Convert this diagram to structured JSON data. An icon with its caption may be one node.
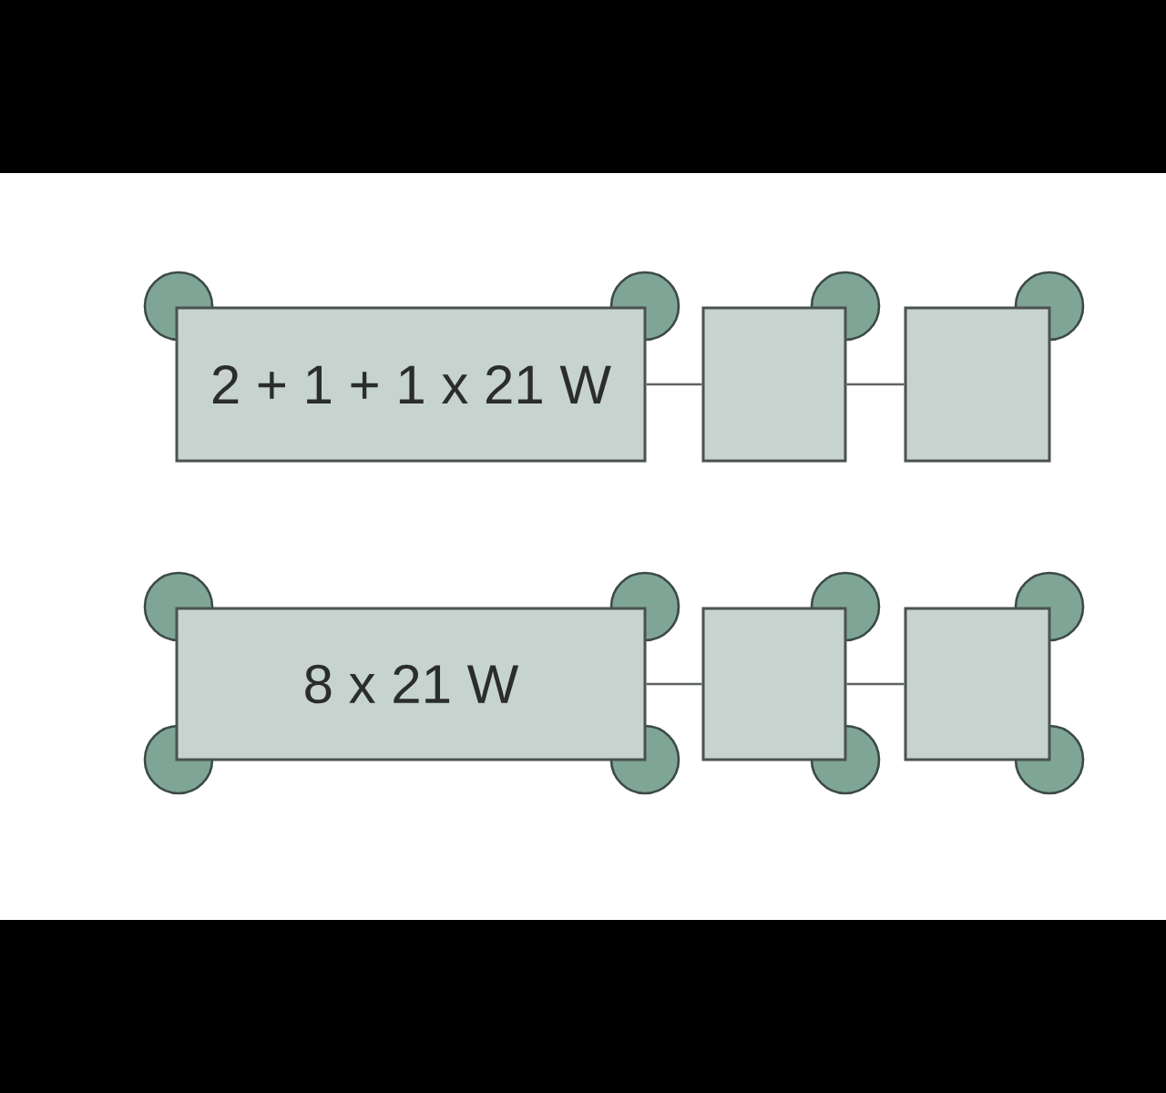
{
  "diagram": {
    "nodes": [
      {
        "text": [
          "2 + 1 + 1 x 21 W"
        ]
      },
      {
        "text": [],
        "shape": "box"
      },
      {
        "text": [],
        "shape": "box"
      },
      {
        "text": [
          "8 x 21 W"
        ]
      },
      {
        "text": [],
        "shape": "box"
      },
      {
        "text": [],
        "shape": "box"
      }
    ],
    "edges": [
      {
        "from": 0,
        "to": 1,
        "arrow": "none"
      },
      {
        "from": 1,
        "to": 2,
        "arrow": "none"
      },
      {
        "from": 3,
        "to": 4,
        "arrow": "none"
      },
      {
        "from": 4,
        "to": 5,
        "arrow": "none"
      }
    ]
  }
}
